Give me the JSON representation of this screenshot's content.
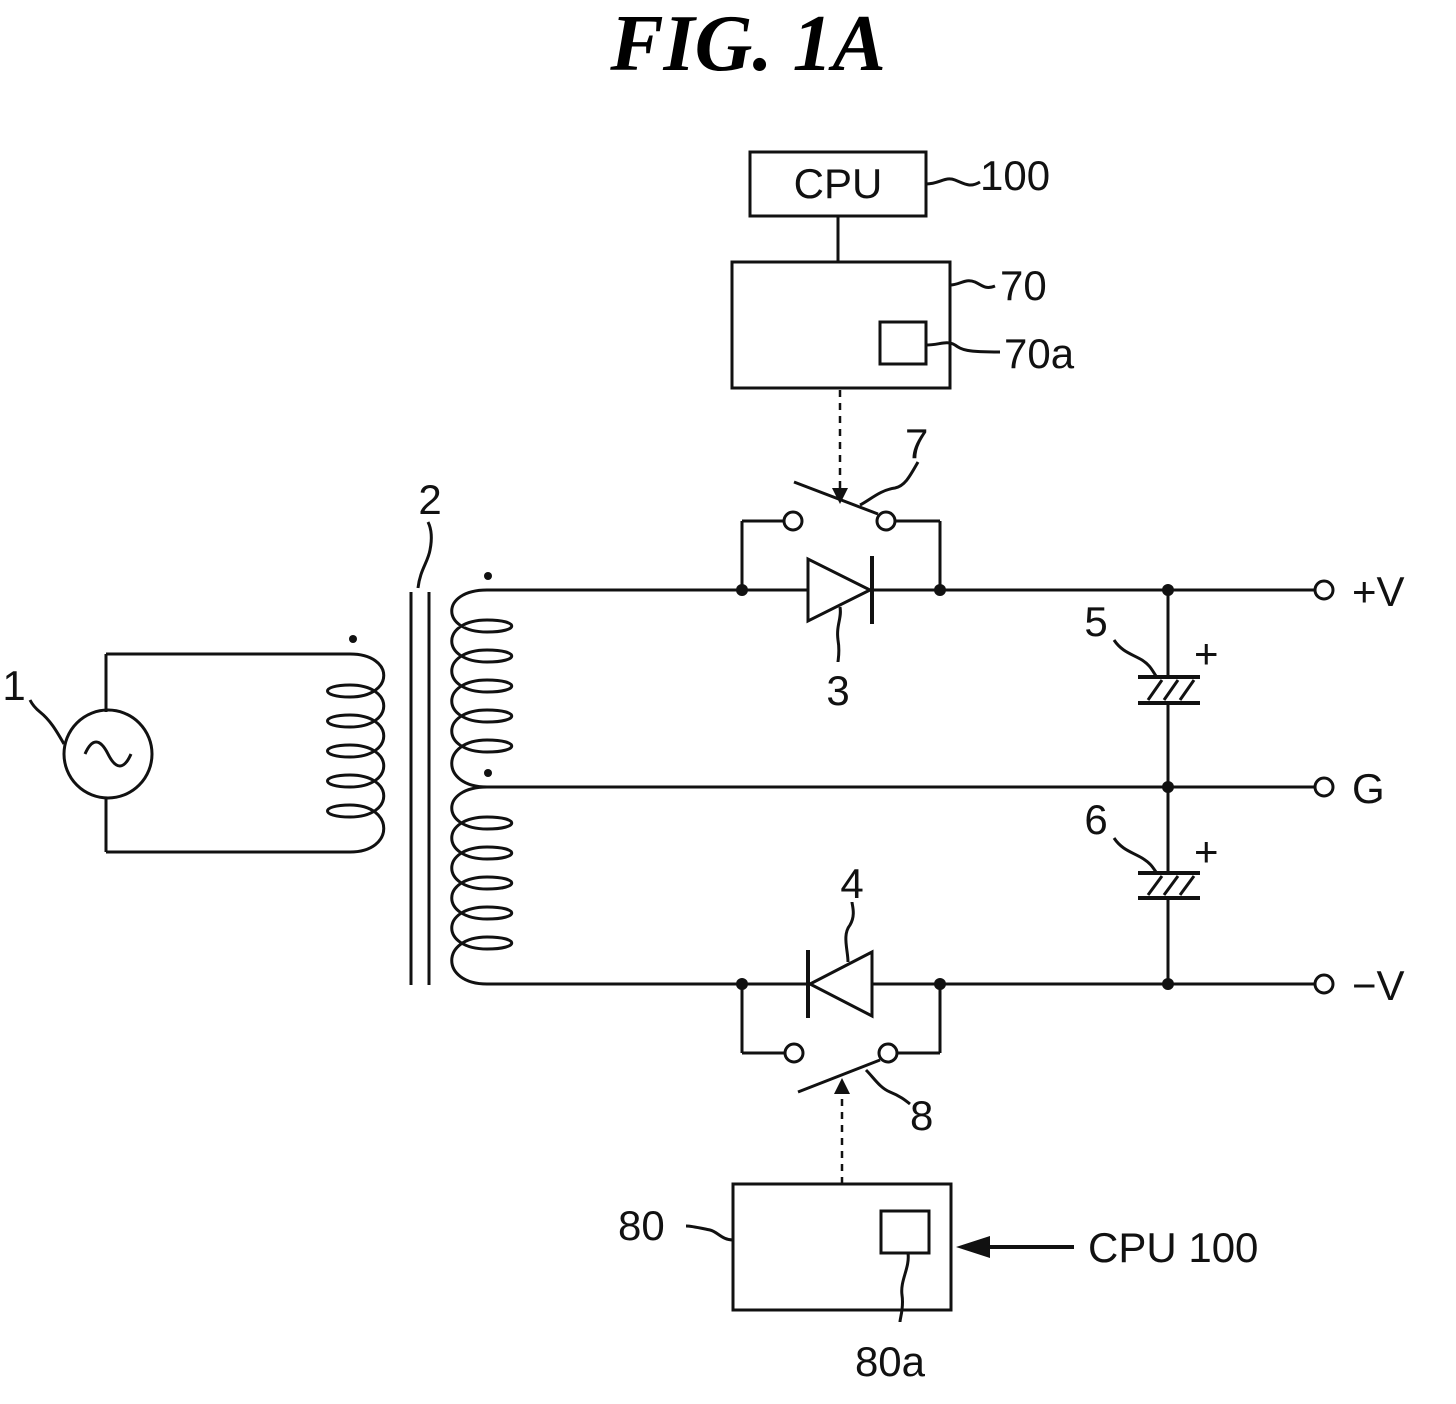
{
  "figure": {
    "title": "FIG. 1A",
    "labels": {
      "ac_source": "1",
      "transformer": "2",
      "diode_top": "3",
      "diode_bottom": "4",
      "capacitor_top": "5",
      "capacitor_bottom": "6",
      "switch_top": "7",
      "switch_bottom": "8",
      "controller_top": "70",
      "controller_top_element": "70a",
      "controller_bottom": "80",
      "controller_bottom_element": "80a",
      "cpu_ref": "100"
    },
    "cpu_box_text": "CPU",
    "cpu_input_text": "CPU 100",
    "terminals": {
      "positive": "+V",
      "ground": "G",
      "negative": "−V"
    },
    "capacitor_polarity": "+"
  }
}
